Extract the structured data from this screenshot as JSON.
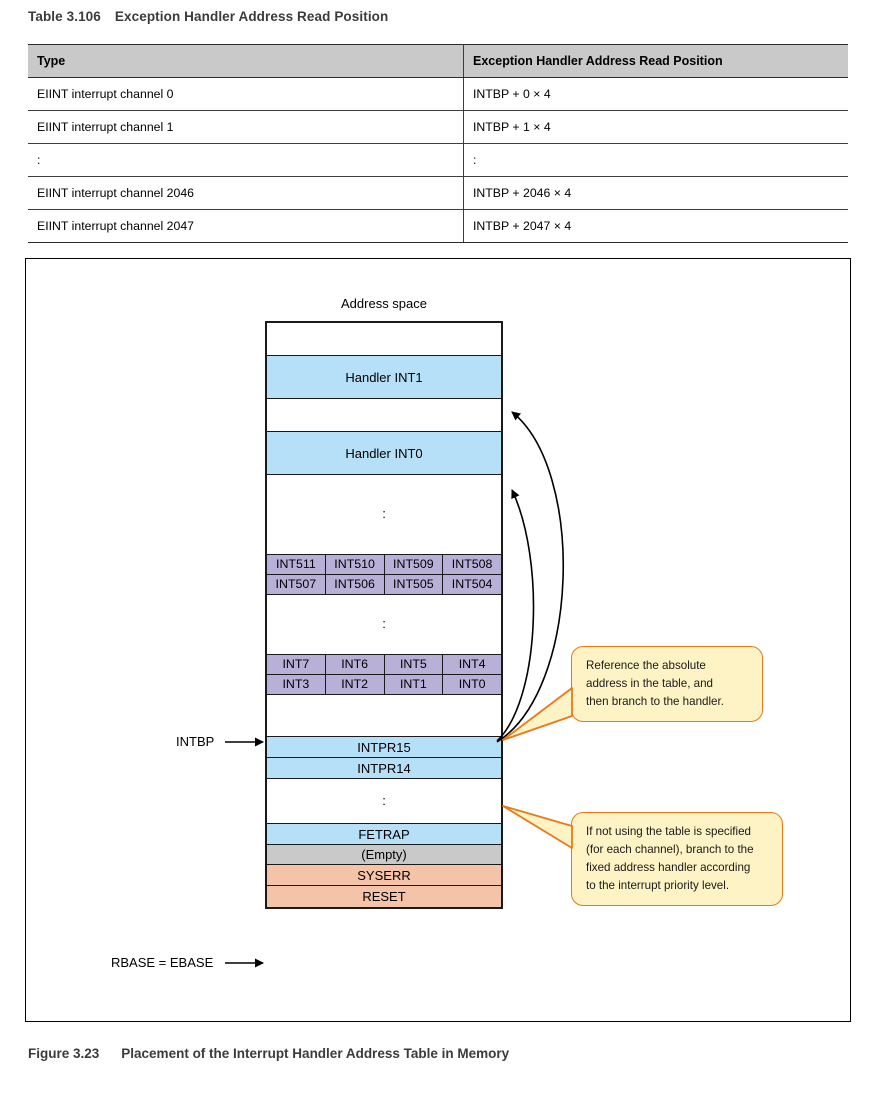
{
  "table": {
    "caption_number": "Table 3.106",
    "caption_text": "Exception Handler Address Read Position",
    "headers": [
      "Type",
      "Exception Handler Address Read Position"
    ],
    "rows": [
      [
        "EIINT interrupt channel 0",
        "INTBP + 0 × 4"
      ],
      [
        "EIINT interrupt channel 1",
        "INTBP + 1 × 4"
      ],
      [
        ":",
        ":"
      ],
      [
        "EIINT interrupt channel 2046",
        "INTBP + 2046 × 4"
      ],
      [
        "EIINT interrupt channel 2047",
        "INTBP + 2047 × 4"
      ]
    ]
  },
  "figure": {
    "caption_number": "Figure 3.23",
    "caption_text": "Placement of the Interrupt Handler Address Table in Memory",
    "address_space_title": "Address space",
    "memory_rows": [
      {
        "kind": "blank",
        "label": "",
        "color": "#ffffff"
      },
      {
        "kind": "block",
        "label": "Handler INT1",
        "color": "#b5e0f7"
      },
      {
        "kind": "blank",
        "label": "",
        "color": "#ffffff"
      },
      {
        "kind": "block",
        "label": "Handler INT0",
        "color": "#b5e0f7"
      },
      {
        "kind": "dots",
        "label": ":",
        "color": "#ffffff"
      },
      {
        "kind": "inttable",
        "cells": [
          "INT511",
          "INT510",
          "INT509",
          "INT508"
        ],
        "color": "#b9b0d8"
      },
      {
        "kind": "inttable",
        "cells": [
          "INT507",
          "INT506",
          "INT505",
          "INT504"
        ],
        "color": "#b9b0d8"
      },
      {
        "kind": "dots",
        "label": ":",
        "color": "#ffffff"
      },
      {
        "kind": "inttable",
        "cells": [
          "INT7",
          "INT6",
          "INT5",
          "INT4"
        ],
        "color": "#b9b0d8"
      },
      {
        "kind": "inttable",
        "cells": [
          "INT3",
          "INT2",
          "INT1",
          "INT0"
        ],
        "color": "#b9b0d8"
      },
      {
        "kind": "blank",
        "label": "",
        "color": "#ffffff"
      },
      {
        "kind": "block",
        "label": "INTPR15",
        "color": "#b5e0f7"
      },
      {
        "kind": "block",
        "label": "INTPR14",
        "color": "#b5e0f7"
      },
      {
        "kind": "dots",
        "label": ":",
        "color": "#ffffff"
      },
      {
        "kind": "block",
        "label": "FETRAP",
        "color": "#b5e0f7"
      },
      {
        "kind": "block",
        "label": "(Empty)",
        "color": "#c9c9c9"
      },
      {
        "kind": "block",
        "label": "SYSERR",
        "color": "#f5c3a8"
      },
      {
        "kind": "block",
        "label": "RESET",
        "color": "#f5c3a8"
      }
    ],
    "pointers": [
      {
        "name": "intbp",
        "label": "INTBP"
      },
      {
        "name": "rbase-ebase",
        "label": "RBASE = EBASE"
      }
    ],
    "callouts": [
      {
        "name": "reference",
        "lines": [
          "Reference the absolute",
          "address in the table, and",
          "then branch to the handler."
        ]
      },
      {
        "name": "fixed-address",
        "lines": [
          "If not using the table is specified",
          "(for each channel), branch to the",
          "fixed address handler according",
          "to the interrupt priority level."
        ]
      }
    ]
  },
  "colors": {
    "handler_blue": "#b5e0f7",
    "int_table_purple": "#b9b0d8",
    "reset_peach": "#f5c3a8",
    "empty_gray": "#c9c9c9",
    "callout_fill": "#fdf3c4",
    "callout_border": "#e8791b",
    "table_header_gray": "#c9c9c9"
  }
}
